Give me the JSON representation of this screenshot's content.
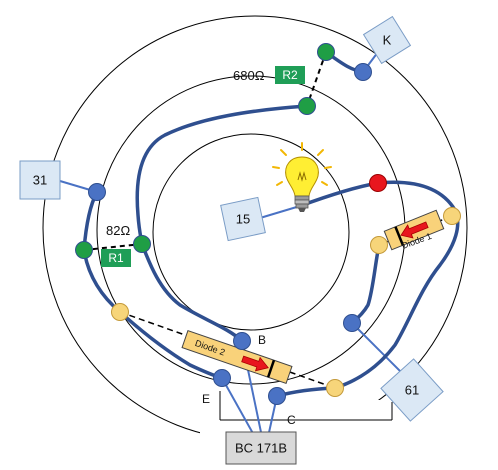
{
  "terminals": {
    "k": "K",
    "t31": "31",
    "t15": "15",
    "t61": "61",
    "transistor": "BC 171B"
  },
  "resistors": {
    "r2": {
      "label": "R2",
      "value": "680Ω"
    },
    "r1": {
      "label": "R1",
      "value": "82Ω"
    }
  },
  "diodes": {
    "d1": "Diode 1",
    "d2": "Diode 2"
  },
  "transistor_pins": {
    "b": "B",
    "e": "E",
    "c": "C"
  },
  "colors": {
    "wire": "#2f4f8f",
    "blue_node": "#4a72c4",
    "green_node": "#1f9e45",
    "yellow_node": "#f7d57a",
    "red_node": "#e8161e",
    "resistor": "#1f9e57",
    "diode_body": "#f9d27a",
    "terminal_box": "#dbe8f5",
    "transistor_box": "#d9d9d9"
  }
}
